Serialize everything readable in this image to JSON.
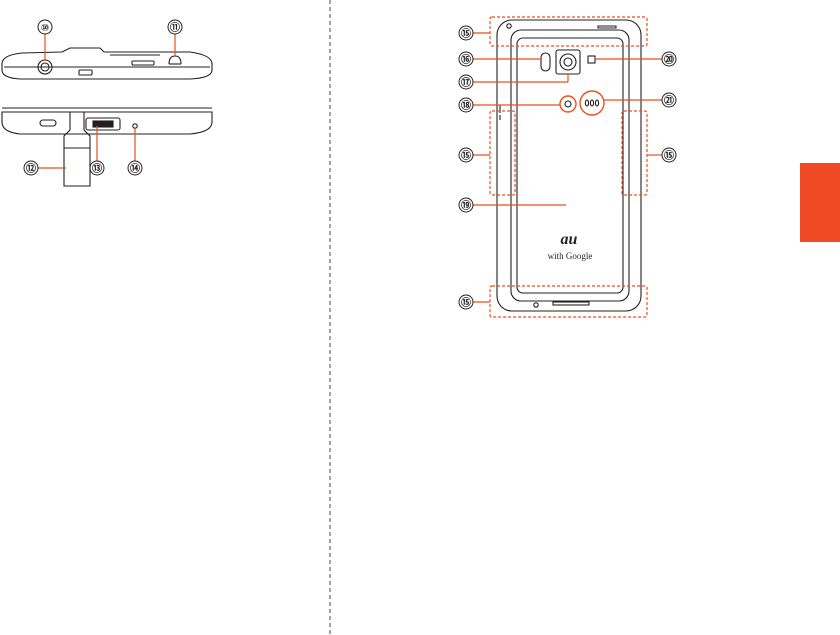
{
  "colors": {
    "accent": "#e8501e",
    "line": "#231f20",
    "divider": "#444444",
    "side_tab": "#ef4a23"
  },
  "callouts": {
    "c10": "⑩",
    "c11": "⑪",
    "c12": "⑫",
    "c13": "⑬",
    "c14": "⑭",
    "c15": "⑮",
    "c16": "⑯",
    "c17": "⑰",
    "c18": "⑱",
    "c19": "⑲",
    "c20": "⑳",
    "c21": "㉑"
  },
  "back_panel": {
    "logo_text": "au",
    "sub_logo_text": "with Google"
  }
}
